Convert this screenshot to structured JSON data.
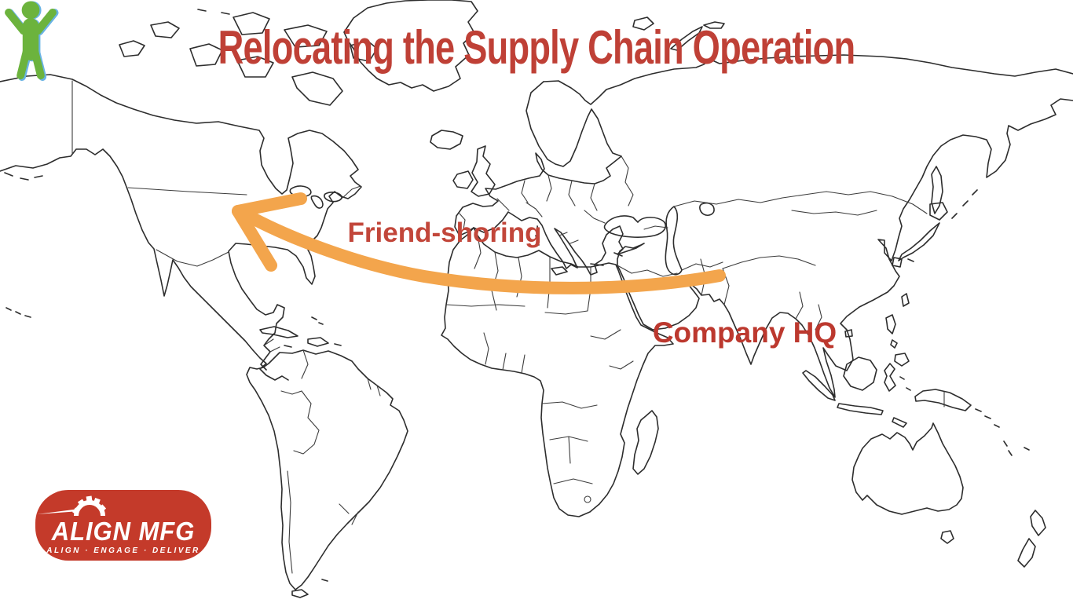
{
  "slide": {
    "title": {
      "text": "Relocating the Supply Chain Operation",
      "color": "#bf4036"
    },
    "labels": {
      "friend_shoring": {
        "text": "Friend-shoring",
        "color": "#c2463a"
      },
      "company_hq": {
        "text": "Company HQ",
        "color": "#bc382e"
      }
    },
    "figures": {
      "destination_person": {
        "icon": "person-arms-up-icon",
        "color": "#69b3e4",
        "location": "North America"
      },
      "origin_person": {
        "icon": "person-arms-up-icon",
        "color": "#6cb33d",
        "location": "South Asia"
      }
    },
    "arrow": {
      "icon": "curved-arrow-icon",
      "color": "#f3a54c",
      "description": "curved arrow pointing from Asia to North America"
    },
    "map": {
      "description": "world map outline",
      "line_color": "#2d2d2d"
    },
    "logo": {
      "name": "ALIGN MFG",
      "tagline": "ALIGN · ENGAGE · DELIVER",
      "background": "#c43a2a",
      "text_color": "#ffffff",
      "icon": "gear-icon"
    }
  }
}
